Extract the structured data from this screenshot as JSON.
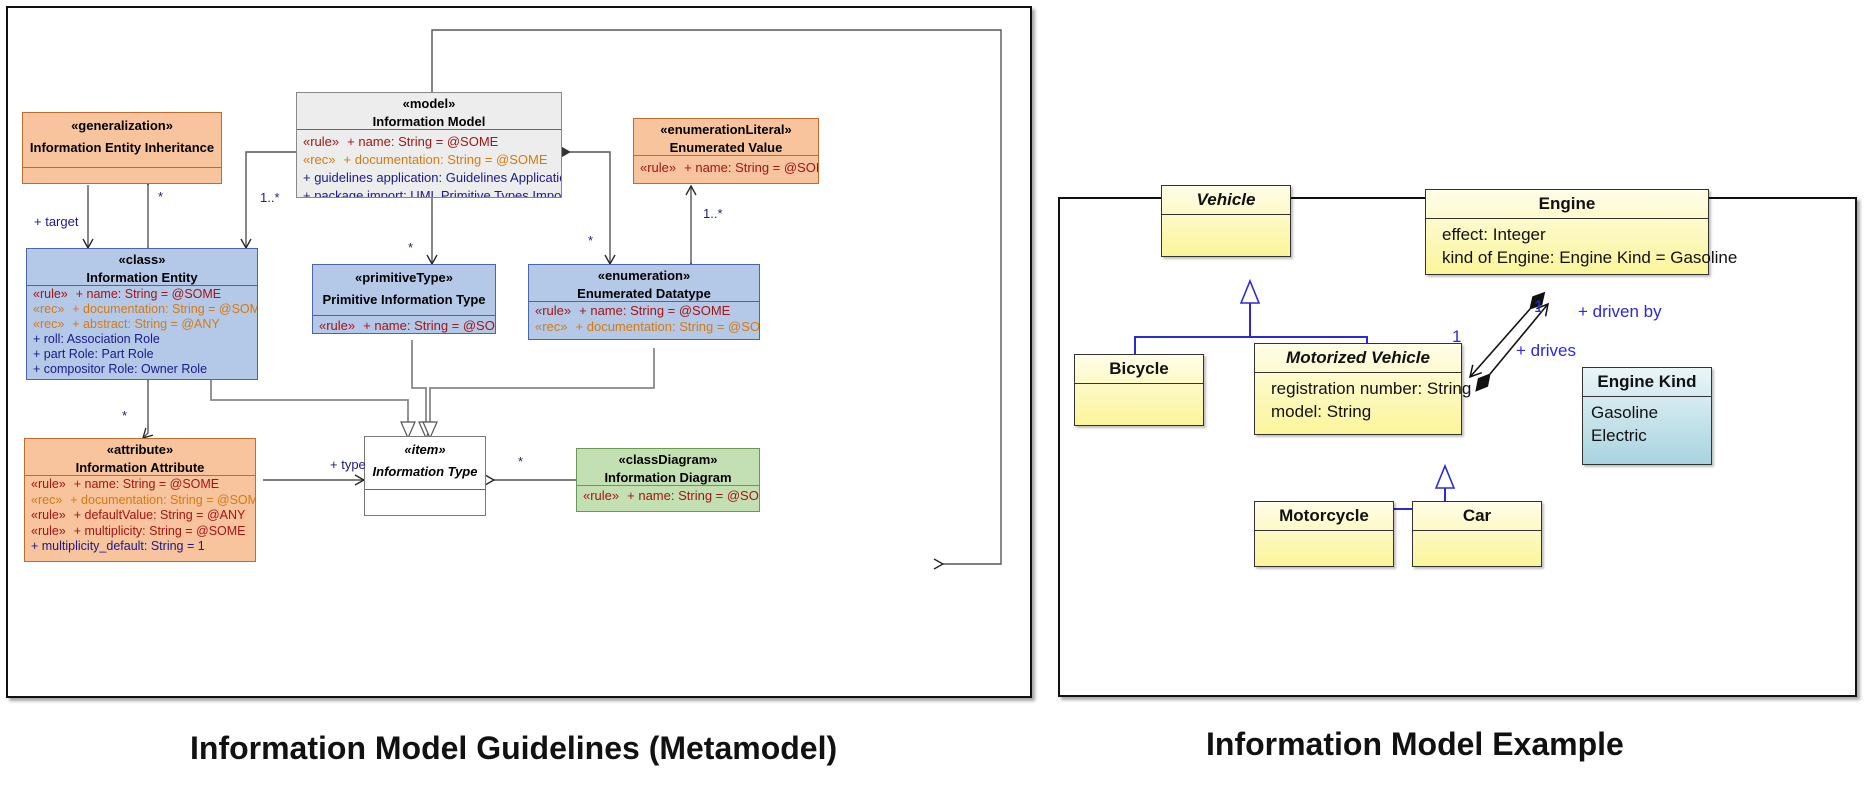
{
  "metamodel": {
    "caption": "Information Model Guidelines (Metamodel)",
    "generalization": {
      "stereotype": "«generalization»",
      "name": "Information Entity Inheritance"
    },
    "model": {
      "stereotype": "«model»",
      "name": "Information Model",
      "attrs": [
        {
          "stereo": "«rule»",
          "text": "+ name: String = @SOME"
        },
        {
          "stereo": "«rec»",
          "text": "+ documentation: String = @SOME"
        },
        {
          "stereo": "",
          "text": "+ guidelines application: Guidelines Application"
        },
        {
          "stereo": "",
          "text": "+ package import: UML Primitive Types Import"
        }
      ]
    },
    "enum_literal": {
      "stereotype": "«enumerationLiteral»",
      "name": "Enumerated Value",
      "attrs": [
        {
          "stereo": "«rule»",
          "text": "+ name: String = @SOME"
        }
      ]
    },
    "entity": {
      "stereotype": "«class»",
      "name": "Information Entity",
      "attrs": [
        {
          "stereo": "«rule»",
          "text": "+ name: String = @SOME"
        },
        {
          "stereo": "«rec»",
          "text": "+ documentation: String = @SOME"
        },
        {
          "stereo": "«rec»",
          "text": "+ abstract: String = @ANY"
        },
        {
          "stereo": "",
          "text": "+ roll: Association Role"
        },
        {
          "stereo": "",
          "text": "+ part Role: Part Role"
        },
        {
          "stereo": "",
          "text": "+ compositor Role: Owner Role"
        }
      ]
    },
    "primitive": {
      "stereotype": "«primitiveType»",
      "name": "Primitive Information Type",
      "attrs": [
        {
          "stereo": "«rule»",
          "text": "+ name: String = @SOME"
        }
      ]
    },
    "enumeration": {
      "stereotype": "«enumeration»",
      "name": "Enumerated Datatype",
      "attrs": [
        {
          "stereo": "«rule»",
          "text": "+ name: String = @SOME"
        },
        {
          "stereo": "«rec»",
          "text": "+ documentation: String = @SOME"
        }
      ]
    },
    "attribute": {
      "stereotype": "«attribute»",
      "name": "Information Attribute",
      "attrs": [
        {
          "stereo": "«rule»",
          "text": "+ name: String = @SOME"
        },
        {
          "stereo": "«rec»",
          "text": "+ documentation: String = @SOME"
        },
        {
          "stereo": "«rule»",
          "text": "+ defaultValue: String = @ANY"
        },
        {
          "stereo": "«rule»",
          "text": "+ multiplicity: String = @SOME"
        },
        {
          "stereo": "",
          "text": "+ multiplicity_default: String = 1"
        }
      ]
    },
    "item": {
      "stereotype": "«item»",
      "name": "Information Type"
    },
    "class_diagram": {
      "stereotype": "«classDiagram»",
      "name": "Information Diagram",
      "attrs": [
        {
          "stereo": "«rule»",
          "text": "+ name: String = @SOME"
        }
      ]
    },
    "labels": {
      "target": "+ target",
      "gen_mult": "*",
      "entity_mult": "1..*",
      "primitive_mult": "*",
      "enum_mult": "*",
      "enum_value_mult": "1..*",
      "attr_mult": "*",
      "type": "+ type",
      "diagram_mult": "*"
    }
  },
  "example": {
    "caption": "Information Model Example",
    "vehicle": {
      "name": "Vehicle"
    },
    "engine": {
      "name": "Engine",
      "attrs": [
        "effect: Integer",
        "kind of Engine: Engine Kind = Gasoline"
      ]
    },
    "bicycle": {
      "name": "Bicycle"
    },
    "motorized": {
      "name": "Motorized Vehicle",
      "attrs": [
        "registration number: String",
        "model: String"
      ]
    },
    "engine_kind": {
      "name": "Engine Kind",
      "values": [
        "Gasoline",
        "Electric"
      ]
    },
    "motorcycle": {
      "name": "Motorcycle"
    },
    "car": {
      "name": "Car"
    },
    "labels": {
      "mult_engine": "1",
      "driven_by": "+ driven by",
      "mult_vehicle": "1",
      "drives": "+ drives"
    }
  }
}
